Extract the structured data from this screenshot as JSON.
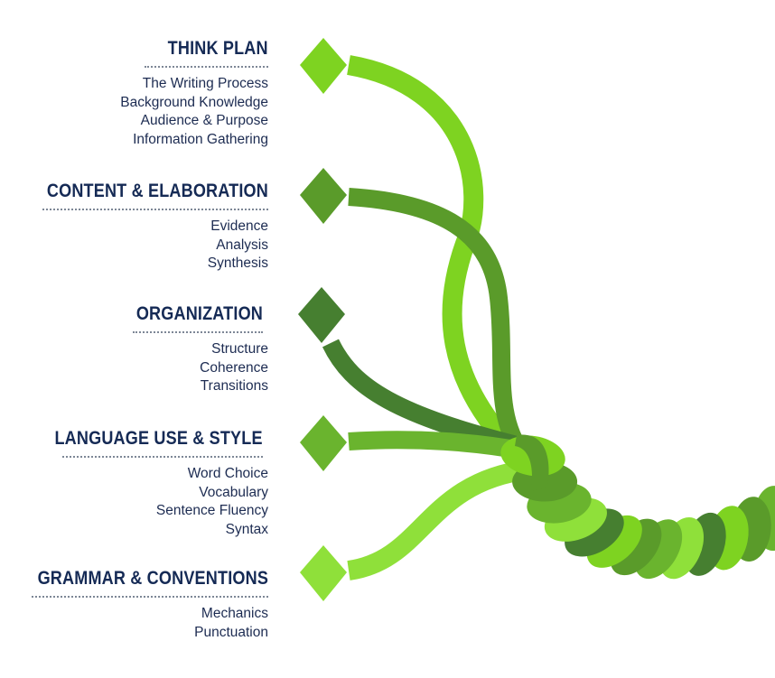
{
  "colors": {
    "heading": "#152a55",
    "text": "#1d2c52",
    "rule": "#7d8796",
    "strand_1": "#7ed321",
    "strand_2": "#5a9b2a",
    "strand_3": "#467f30",
    "strand_4": "#6ab42e",
    "strand_5": "#8fe03a"
  },
  "sections": [
    {
      "heading": "THINK PLAN",
      "items": [
        "The Writing Process",
        "Background Knowledge",
        "Audience & Purpose",
        "Information Gathering"
      ]
    },
    {
      "heading": "CONTENT & ELABORATION",
      "items": [
        "Evidence",
        "Analysis",
        "Synthesis"
      ]
    },
    {
      "heading": "ORGANIZATION",
      "items": [
        "Structure",
        "Coherence",
        "Transitions"
      ]
    },
    {
      "heading": "LANGUAGE USE & STYLE",
      "items": [
        "Word Choice",
        "Vocabulary",
        "Sentence Fluency",
        "Syntax"
      ]
    },
    {
      "heading": "GRAMMAR & CONVENTIONS",
      "items": [
        "Mechanics",
        "Punctuation"
      ]
    }
  ]
}
